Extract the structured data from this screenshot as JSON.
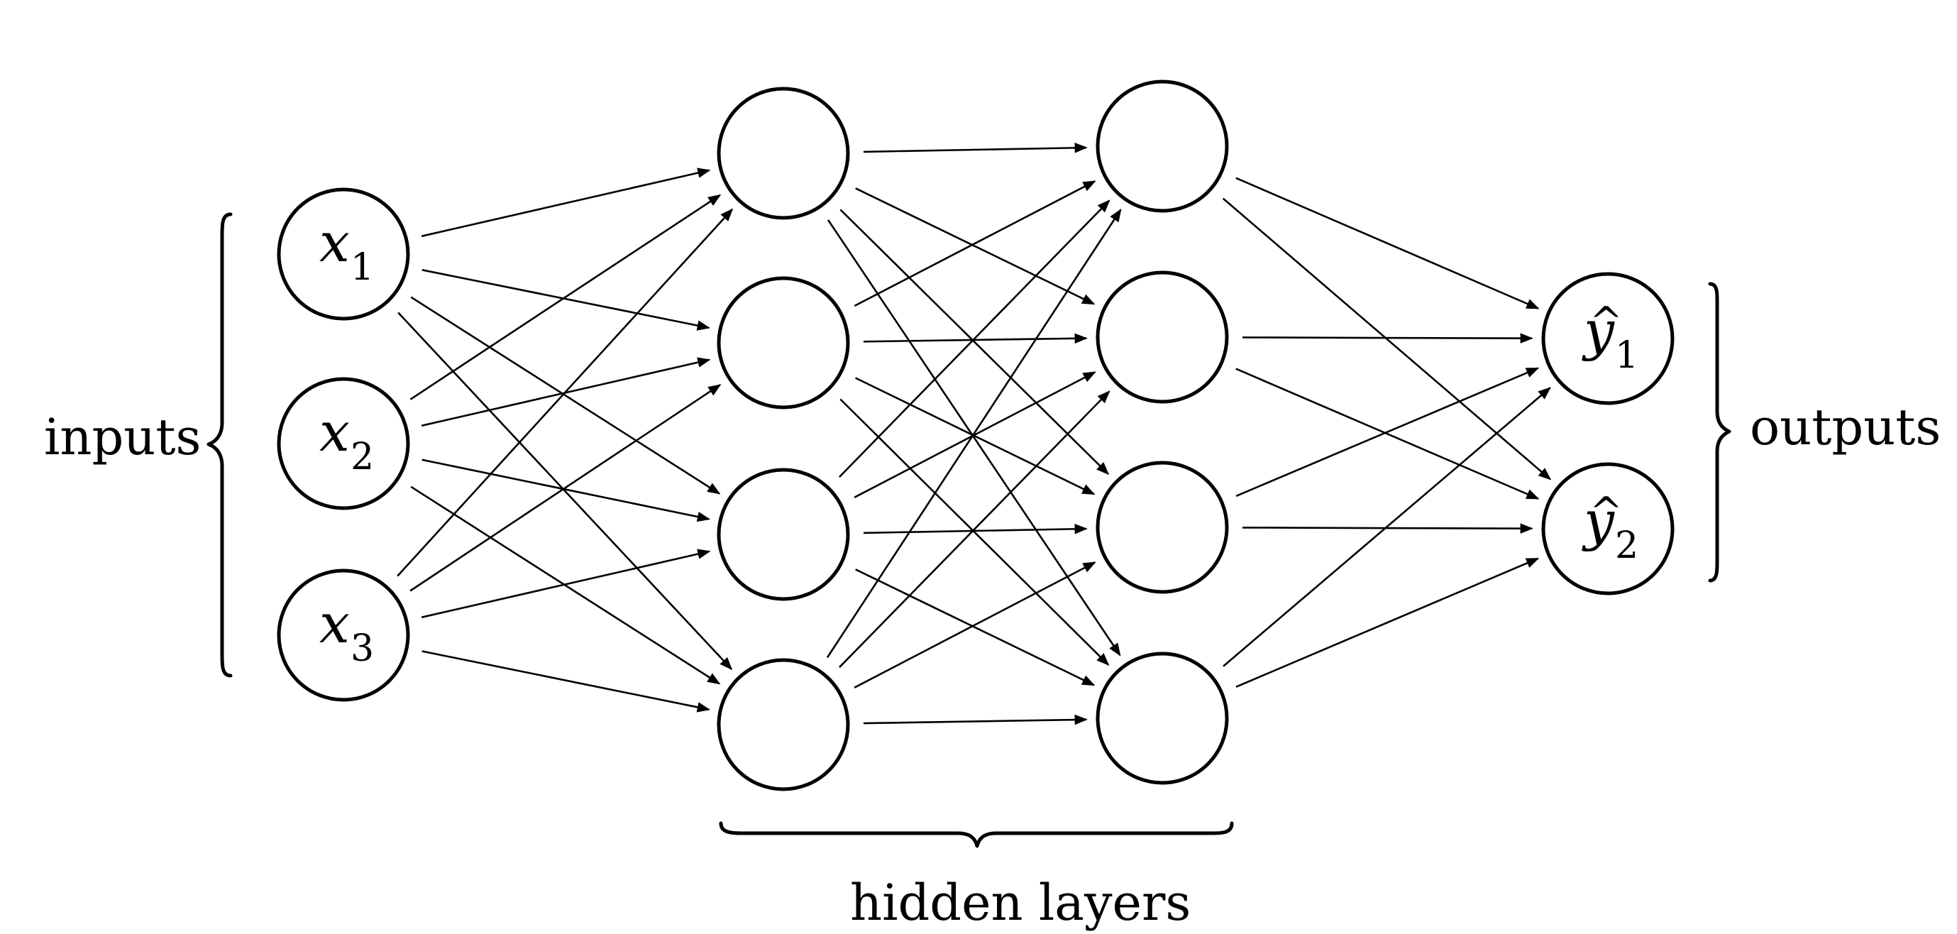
{
  "labels": {
    "inputs": "inputs",
    "outputs": "outputs",
    "hidden": "hidden layers"
  },
  "nodes": {
    "x1": {
      "base": "x",
      "sub": "1"
    },
    "x2": {
      "base": "x",
      "sub": "2"
    },
    "x3": {
      "base": "x",
      "sub": "3"
    },
    "y1": {
      "base": "y",
      "sub": "1",
      "hat": "^"
    },
    "y2": {
      "base": "y",
      "sub": "2",
      "hat": "^"
    }
  },
  "layers": [
    3,
    4,
    4,
    2
  ]
}
